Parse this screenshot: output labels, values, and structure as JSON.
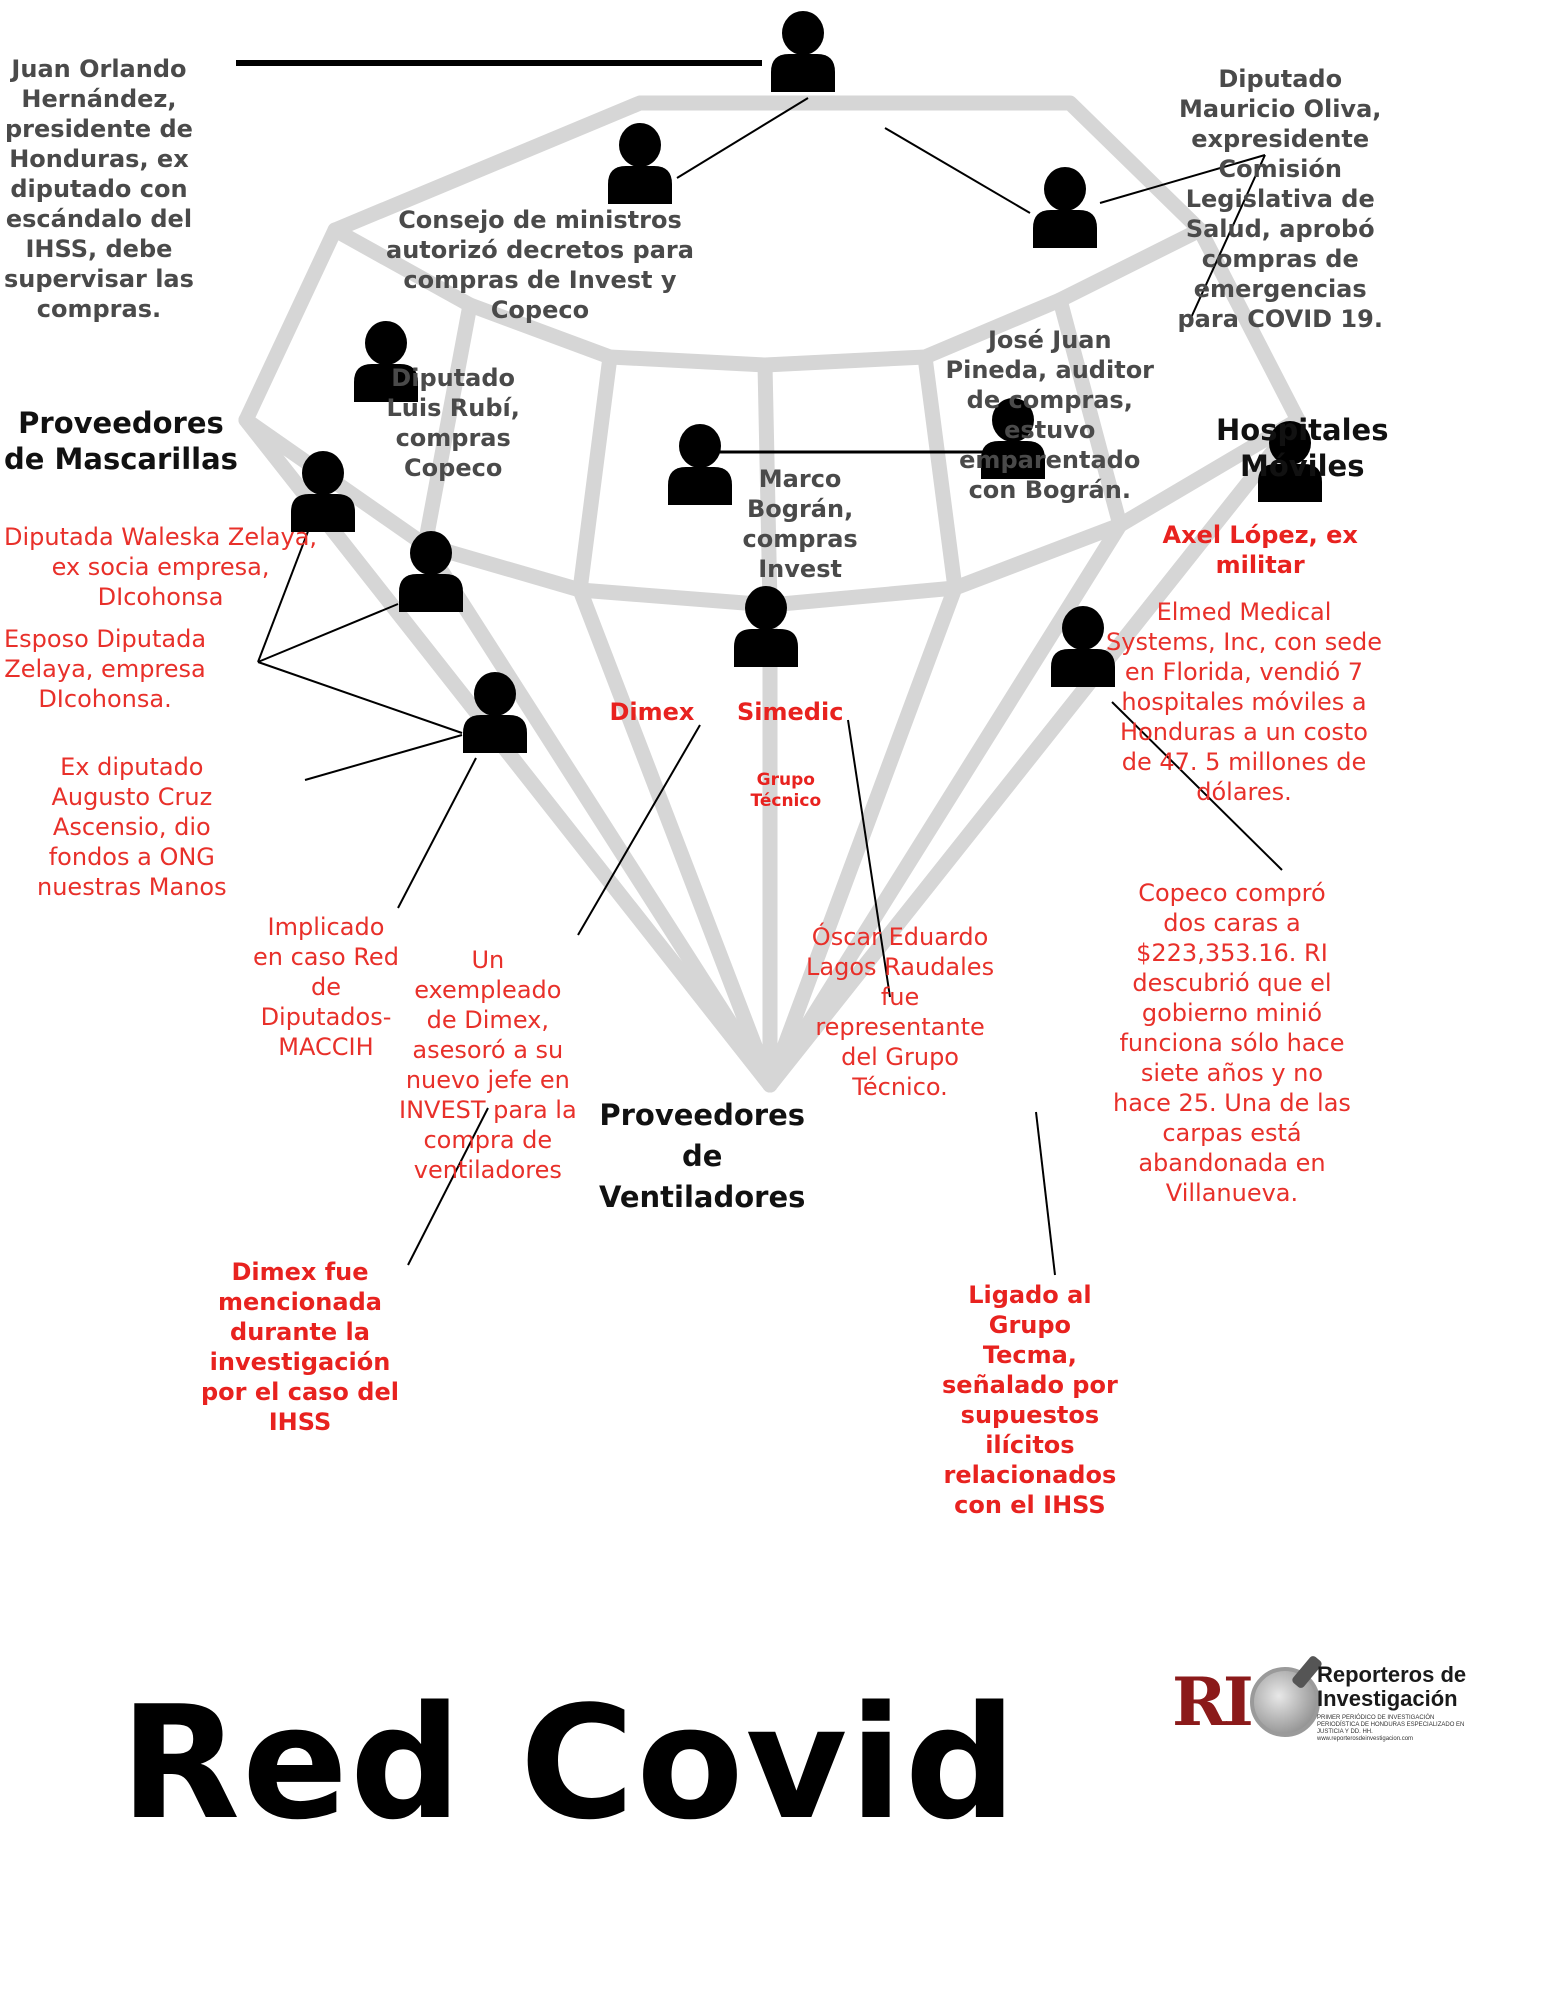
{
  "diagram": {
    "labels": {
      "joh": [
        "Juan Orlando",
        "Hernández,",
        "presidente de",
        "Honduras, ex",
        "diputado con",
        "escándalo del",
        "IHSS, debe",
        "supervisar las",
        "compras."
      ],
      "consejo": [
        "Consejo de ministros",
        "autorizó decretos  para",
        "compras de Invest y",
        "Copeco"
      ],
      "oliva": [
        "Diputado",
        "Mauricio Oliva,",
        "expresidente",
        "Comisión",
        "Legislativa de",
        "Salud, aprobó",
        "compras de",
        "emergencias",
        "para COVID 19."
      ],
      "rubi": [
        "Diputado",
        "Luis Rubí,",
        "compras",
        "Copeco"
      ],
      "pineda": [
        "José Juan",
        "Pineda, auditor",
        "de compras,",
        "estuvo",
        "emparentado",
        "con Bográn."
      ],
      "bogran": [
        "Marco",
        "Bográn,",
        "compras",
        "Invest"
      ],
      "prov_masc": [
        "Proveedores",
        "de Mascarillas"
      ],
      "hosp": [
        "Hospitales",
        "Móviles"
      ],
      "axel": [
        "Axel López, ex",
        "militar"
      ],
      "waleska": [
        "Diputada Waleska  Zelaya,",
        "ex socia empresa,",
        "DIcohonsa"
      ],
      "esposo": [
        "Esposo Diputada",
        "Zelaya, empresa",
        "DIcohonsa."
      ],
      "elmed": [
        "Elmed Medical",
        "Systems, Inc, con sede",
        "en Florida, vendió 7",
        "hospitales móviles a",
        "Honduras a un costo",
        "de 47. 5 millones de",
        "dólares."
      ],
      "dimex": [
        "Dimex"
      ],
      "simedic": [
        "Simedic"
      ],
      "grupo_tecnico": [
        "Grupo",
        "Técnico"
      ],
      "cruz": [
        "Ex diputado",
        "Augusto Cruz",
        "Ascensio, dio",
        "fondos a ONG",
        "nuestras Manos"
      ],
      "implicado": [
        "Implicado",
        "en caso Red",
        "de",
        "Diputados-",
        "MACCIH"
      ],
      "exempleado": [
        "Un",
        "exempleado",
        "de Dimex,",
        "asesoró a su",
        "nuevo jefe en",
        "INVEST para la",
        "compra de",
        "ventiladores"
      ],
      "oscar": [
        "Óscar Eduardo",
        "Lagos Raudales",
        "fue",
        "representante",
        "del Grupo",
        "Técnico."
      ],
      "copeco": [
        "Copeco compró",
        "dos caras a",
        "$223,353.16. RI",
        "descubrió que el",
        "gobierno minió",
        "funciona sólo hace",
        "siete años y no",
        "hace 25. Una de las",
        "carpas está",
        "abandonada en",
        "Villanueva."
      ],
      "prov_vent": [
        "Proveedores",
        "de",
        "Ventiladores"
      ],
      "dimex_ihss": [
        "Dimex fue",
        "mencionada",
        "durante la",
        "investigación",
        "por el caso del",
        "IHSS"
      ],
      "tecma": [
        "Ligado al",
        "Grupo",
        "Tecma,",
        "señalado por",
        "supuestos",
        "ilícitos",
        "relacionados",
        "con el IHSS"
      ]
    },
    "colors": {
      "diamond": "#d6d6d6",
      "person": "#000000",
      "connector": "#000000",
      "gray_text": "#4a4a4a",
      "red_text": "#e8302a"
    }
  },
  "title": "Red Covid",
  "logo": {
    "mark": "RI",
    "name_line1": "Reporteros de",
    "name_line2": "Investigación",
    "tagline": "PRIMER PERIÓDICO DE INVESTIGACIÓN PERIODÍSTICA DE HONDURAS ESPECIALIZADO EN JUSTICIA Y DD. HH.",
    "url": "www.reporterosdeinvestigacion.com",
    "icon": "magnifier-globe-icon"
  }
}
